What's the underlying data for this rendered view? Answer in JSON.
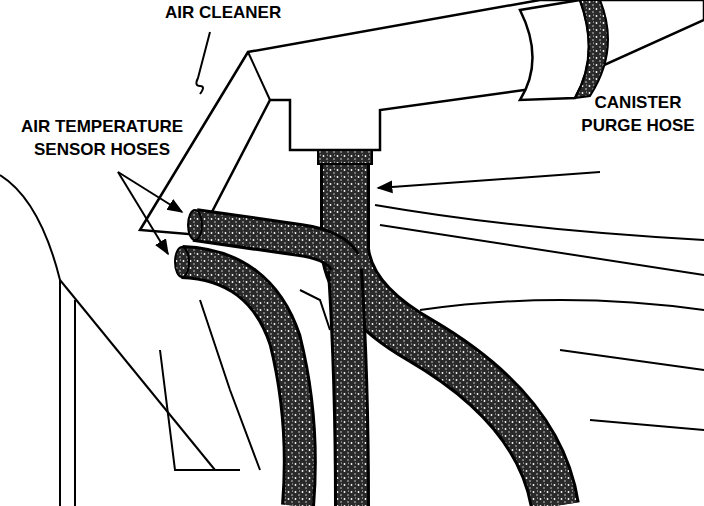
{
  "diagram": {
    "labels": [
      "AIR CLEANER",
      "AIR TEMPERATURE SENSOR HOSES",
      "CANISTER PURGE HOSE"
    ]
  }
}
